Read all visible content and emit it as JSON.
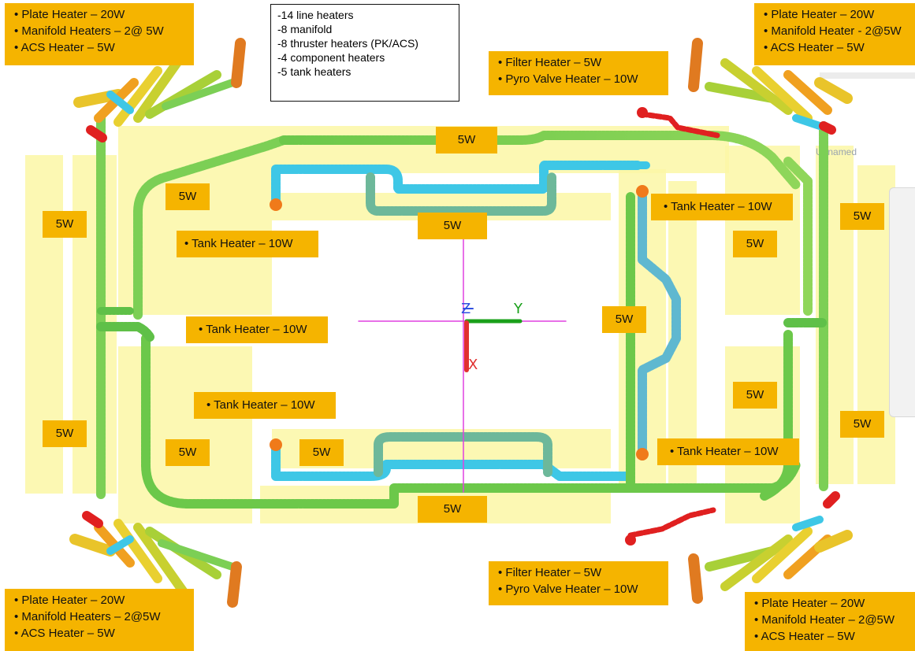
{
  "info_box": [
    "-14 line heaters",
    "-8 manifold",
    "-8 thruster heaters (PK/ACS)",
    "-4 component heaters",
    "-5 tank heaters"
  ],
  "corners": {
    "top_left": [
      "• Plate Heater – 20W",
      "• Manifold Heaters – 2@ 5W",
      "• ACS Heater – 5W"
    ],
    "top_right": [
      "• Plate Heater – 20W",
      "• Manifold Heater  - 2@5W",
      "• ACS Heater – 5W"
    ],
    "bottom_left": [
      "• Plate Heater – 20W",
      "• Manifold Heaters – 2@5W",
      "• ACS Heater – 5W"
    ],
    "bottom_right": [
      "• Plate Heater – 20W",
      "• Manifold Heater – 2@5W",
      "• ACS Heater – 5W"
    ]
  },
  "filter_top": [
    "• Filter Heater – 5W",
    "• Pyro Valve Heater – 10W"
  ],
  "filter_bottom": [
    "• Filter Heater – 5W",
    "• Pyro Valve Heater – 10W"
  ],
  "tank_labels": [
    "• Tank Heater – 10W",
    "• Tank Heater – 10W",
    "• Tank Heater – 10W",
    "• Tank Heater – 10W",
    "• Tank Heater – 10W"
  ],
  "line_heater_label": "5W",
  "watermark": "Unnamed",
  "axes": {
    "y": "Y",
    "z": "Z",
    "x": "X"
  },
  "colors": {
    "zone": "#fbf7a6",
    "label_bg": "#f5b400",
    "pipe_green": "#6cc84a",
    "pipe_cyan": "#3ec7e6",
    "pipe_blue": "#2f9fe0",
    "hot_red": "#e02020",
    "warm_orange": "#f07a1a",
    "axis_magenta": "#e040e0",
    "axis_green": "#1aa01a",
    "axis_red": "#e03030",
    "axis_blue": "#3050e0"
  }
}
